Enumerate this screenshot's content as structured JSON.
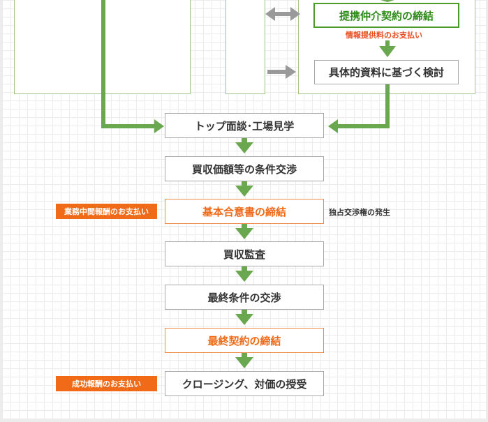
{
  "colors": {
    "green": "#6aa84f",
    "gray": "#9a9a9a",
    "orange": "#f06a17"
  },
  "top_right": {
    "contract": "提携仲介契約の締結",
    "fee_note": "情報提供料のお支払い",
    "review": "具体的資料に基づく検討"
  },
  "flow": {
    "step1": "トップ面談･工場見学",
    "step2": "買収価額等の条件交渉",
    "step3": "基本合意書の締結",
    "step4": "買収監査",
    "step5": "最終条件の交渉",
    "step6": "最終契約の締結",
    "step7": "クロージング、対価の授受"
  },
  "side_tags": {
    "interim_fee": "業務中間報酬のお支払い",
    "success_fee": "成功報酬のお支払い"
  },
  "side_notes": {
    "exclusivity": "独占交渉権の発生"
  }
}
